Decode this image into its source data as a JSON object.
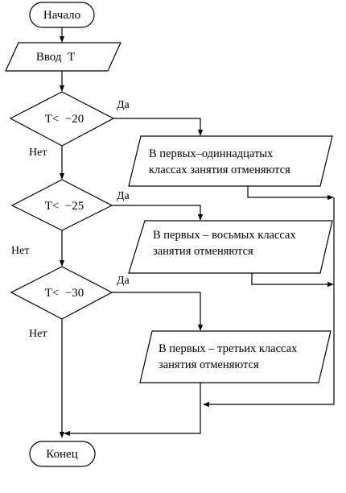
{
  "flowchart": {
    "start": "Начало",
    "input": "Ввод  Т",
    "decisions": [
      {
        "condition": "Т<  −20",
        "yes": "Да",
        "no": "Нет"
      },
      {
        "condition": "Т<  −25",
        "yes": "Да",
        "no": "Нет"
      },
      {
        "condition": "Т<  −30",
        "yes": "Да",
        "no": "Нет"
      }
    ],
    "outputs": [
      {
        "line1": "В первых–одиннадцатых",
        "line2": "классах занятия отменяются"
      },
      {
        "line1": "В первых – восьмых классах",
        "line2": "занятия отменяются"
      },
      {
        "line1": "В первых – третьих классах",
        "line2": "занятия отменяются"
      }
    ],
    "end": "Конец"
  }
}
